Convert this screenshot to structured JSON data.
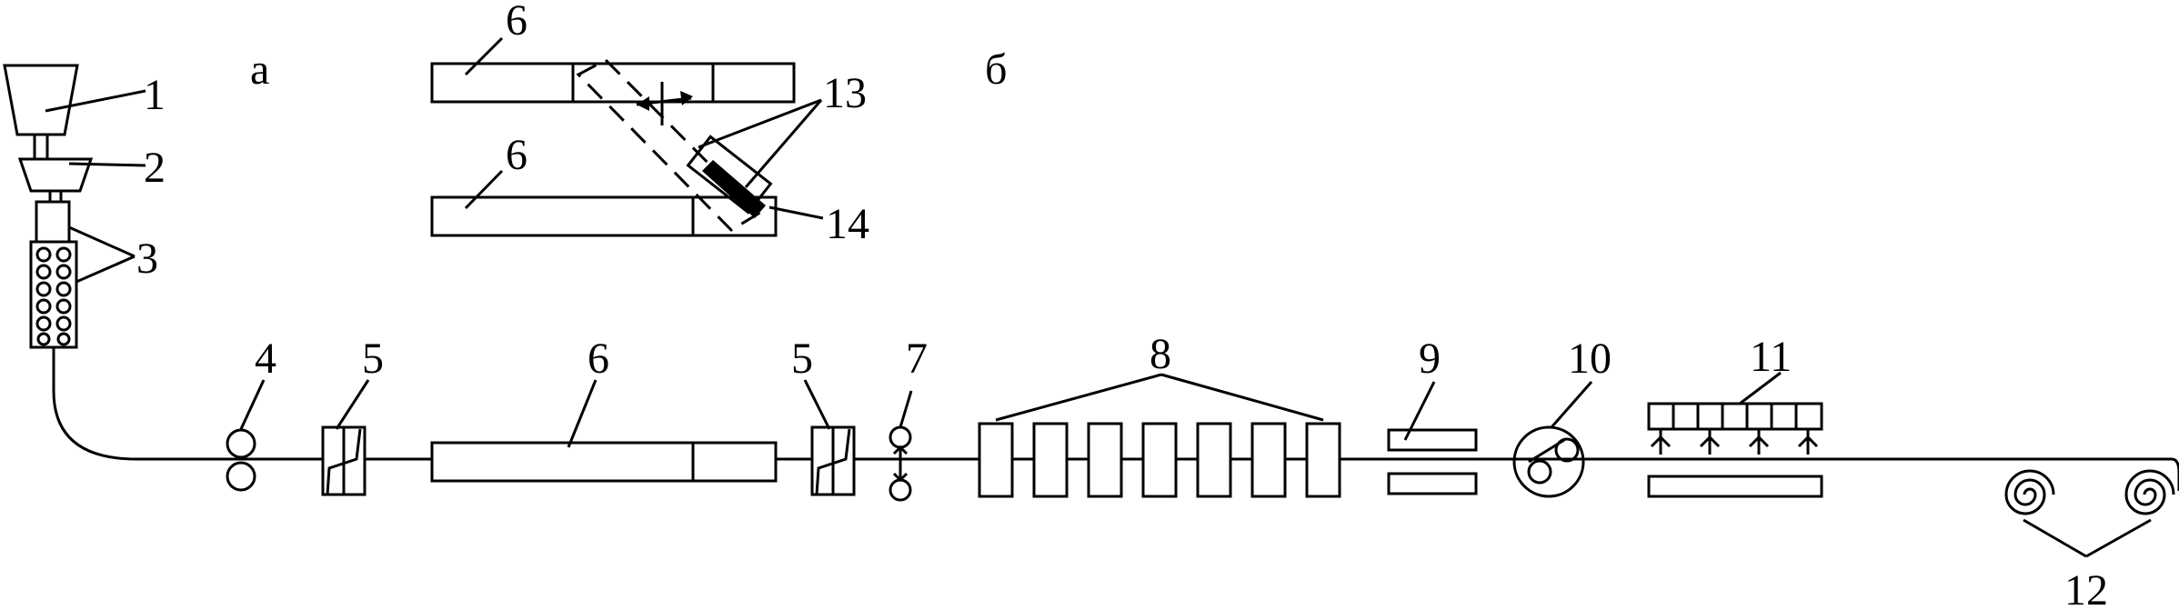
{
  "diagram": {
    "panel_labels": {
      "a": "а",
      "b": "б"
    },
    "labels": {
      "n1": "1",
      "n2": "2",
      "n3": "3",
      "n4": "4",
      "n5a": "5",
      "n5b": "5",
      "n6_main": "6",
      "n6_top": "6",
      "n6_mid": "6",
      "n7": "7",
      "n8": "8",
      "n9": "9",
      "n10": "10",
      "n11": "11",
      "n12": "12",
      "n13": "13",
      "n14": "14"
    }
  }
}
